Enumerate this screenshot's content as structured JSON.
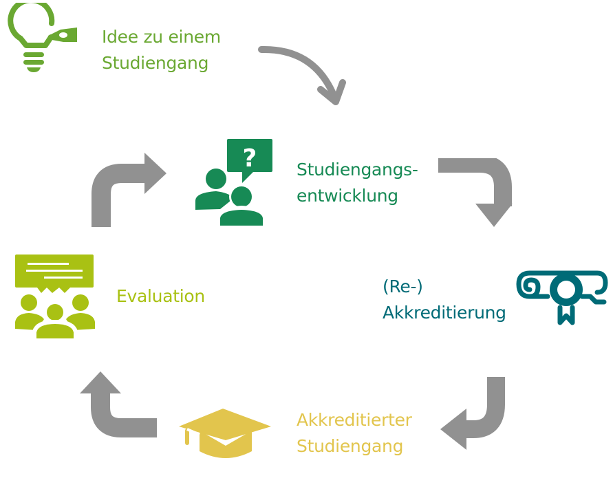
{
  "diagram": {
    "colors": {
      "idea": "#6aa832",
      "development": "#178a55",
      "accreditation": "#006b77",
      "accredited": "#e2c54d",
      "evaluation": "#a9c113",
      "arrow": "#919191",
      "background": "#ffffff"
    },
    "steps": [
      {
        "id": "idea",
        "icon": "lightbulb-icon",
        "lines": [
          "Idee zu einem",
          "Studiengang"
        ]
      },
      {
        "id": "development",
        "icon": "people-question-icon",
        "lines": [
          "Studiengangs-",
          "entwicklung"
        ]
      },
      {
        "id": "accreditation",
        "icon": "diploma-scroll-icon",
        "lines": [
          "(Re-)",
          "Akkreditierung"
        ]
      },
      {
        "id": "accredited",
        "icon": "graduation-cap-icon",
        "lines": [
          "Akkreditierter",
          "Studiengang"
        ]
      },
      {
        "id": "evaluation",
        "icon": "group-feedback-icon",
        "lines": [
          "Evaluation"
        ]
      }
    ],
    "flow": [
      {
        "from": "idea",
        "to": "development",
        "style": "curved-arrow"
      },
      {
        "from": "development",
        "to": "accreditation",
        "style": "bent-arrow"
      },
      {
        "from": "accreditation",
        "to": "accredited",
        "style": "bent-arrow"
      },
      {
        "from": "accredited",
        "to": "evaluation",
        "style": "bent-arrow"
      },
      {
        "from": "evaluation",
        "to": "development",
        "style": "bent-arrow"
      }
    ]
  }
}
